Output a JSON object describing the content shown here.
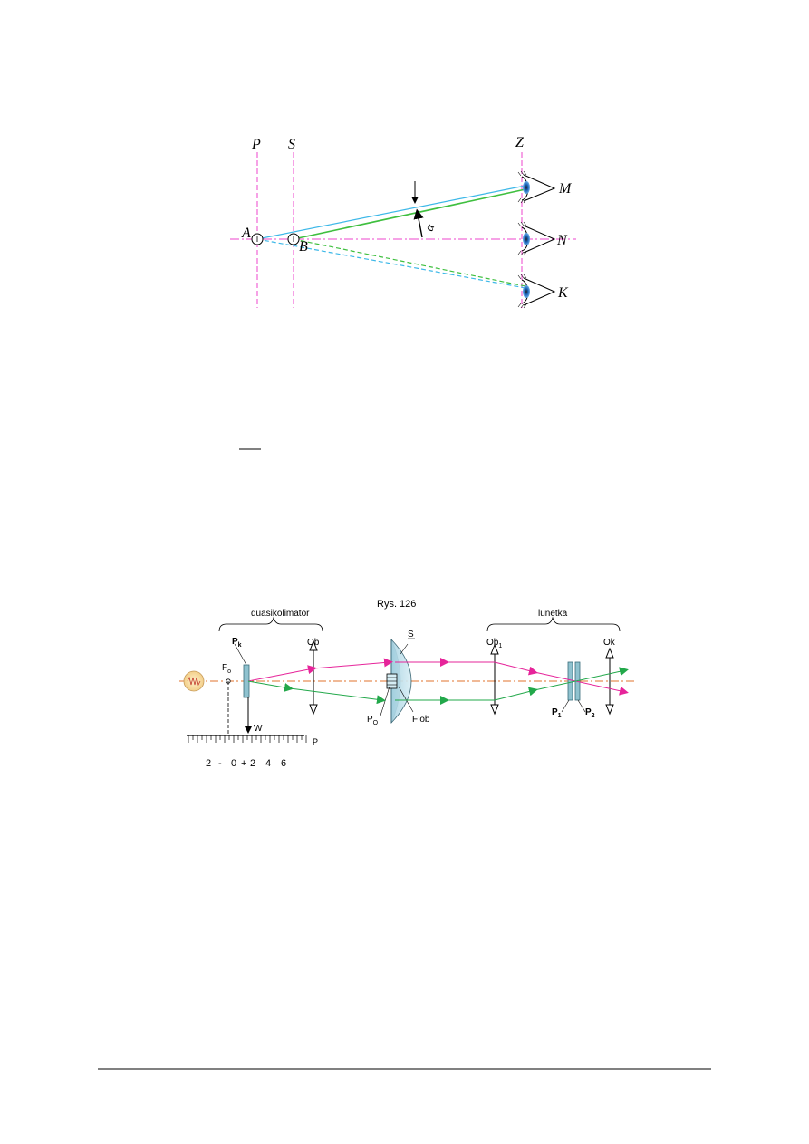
{
  "figure1": {
    "plane_p": "P",
    "plane_s": "S",
    "plane_z": "Z",
    "point_a": "A",
    "point_b": "B",
    "eye_m": "M",
    "eye_n": "N",
    "eye_k": "K",
    "angle": "α"
  },
  "figure2": {
    "caption": "Rys. 126",
    "group_left": "quasikolimator",
    "group_right": "lunetka",
    "label_fo": "F",
    "label_fo_sub": "o",
    "label_pk": "P",
    "label_pk_sub": "k",
    "label_ob": "Ob",
    "label_s": "S",
    "label_ob1": "Ob",
    "label_ob1_sub": "1",
    "label_ok": "Ok",
    "label_po": "P",
    "label_po_sub": "O",
    "label_fob": "F’ob",
    "label_p1": "P",
    "label_p1_sub": "1",
    "label_p2": "P",
    "label_p2_sub": "2",
    "label_w": "W",
    "label_p_scale": "P",
    "scale_labels": [
      "2",
      "-",
      "0",
      "+",
      "2",
      "4",
      "6"
    ]
  },
  "colors": {
    "magenta": "#ee44cc",
    "blue": "#3db8e8",
    "green": "#3fbf3f",
    "orange": "#e0732c",
    "ray_pink": "#e6249a",
    "ray_green": "#22a84a"
  }
}
